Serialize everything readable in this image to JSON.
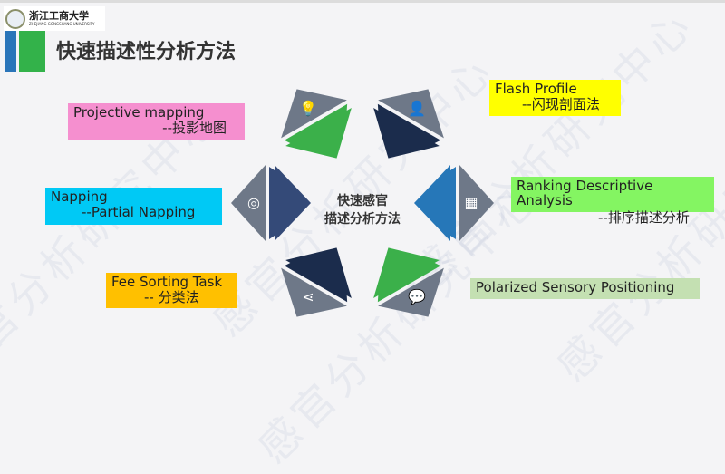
{
  "header": {
    "university_name": "浙江工商大学",
    "university_name_en": "ZHEJIANG GONGSHANG UNIVERSITY",
    "title": "快速描述性分析方法"
  },
  "watermark": "感官分析研究中心",
  "diagram": {
    "center_line1": "快速感官",
    "center_line2": "描述分析方法",
    "segment_colors": [
      "#344a78",
      "#3bb04a",
      "#1b2c4c",
      "#2677b8",
      "#3bb04a",
      "#1b2c4c"
    ],
    "outer_color": "#6e7888",
    "icons": [
      "weibo-icon",
      "lightbulb-icon",
      "person-icon",
      "grid-icon",
      "chat-icon",
      "share-icon"
    ]
  },
  "methods": [
    {
      "name": "Projective mapping",
      "cn": "--投影地图",
      "color": "#f58fcf"
    },
    {
      "name": "Flash Profile",
      "cn": "--闪现剖面法",
      "color": "#ffff00"
    },
    {
      "name": "Napping",
      "cn": "--Partial Napping",
      "color": "#00c9f5"
    },
    {
      "name": "Ranking Descriptive Analysis",
      "cn": "--排序描述分析",
      "color": "#84f562"
    },
    {
      "name": "Fee Sorting Task",
      "cn": "-- 分类法",
      "color": "#ffc000"
    },
    {
      "name": "Polarized Sensory Positioning",
      "color": "#c4e0b2"
    }
  ]
}
